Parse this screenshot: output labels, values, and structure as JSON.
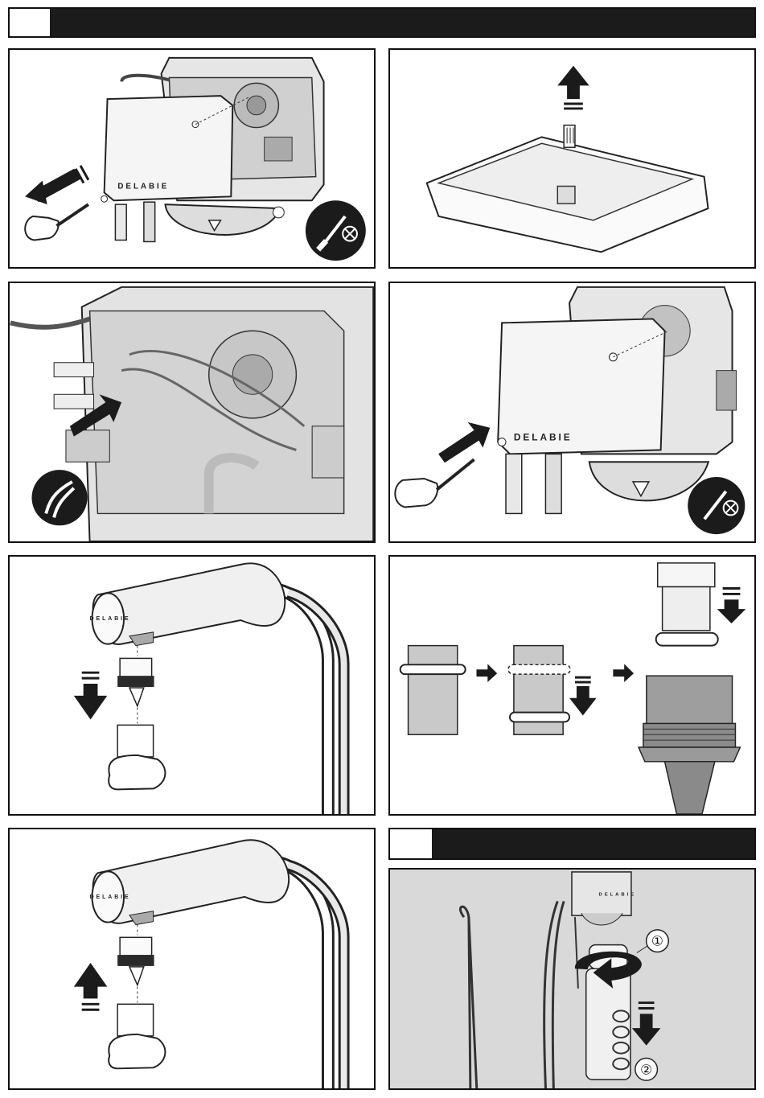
{
  "brand": {
    "logo_text": "DELABIE"
  },
  "panels": {
    "p1": {
      "logo": "DELABIE"
    },
    "p4": {
      "logo": "DELABIE"
    },
    "p5": {
      "logo": "DELABIE"
    },
    "p7": {
      "logo": "DELABIE"
    },
    "p8": {
      "logo": "DELABIE"
    }
  },
  "callouts": {
    "step_one": "①",
    "step_two": "②"
  },
  "icons": {
    "no_screwdriver": "screwdriver-crossed-icon",
    "pliers": "pliers-icon",
    "arrow": "direction-arrow-icon"
  },
  "colors": {
    "header_fill": "#1b1b1b",
    "panel_border": "#111111",
    "gray_bg": "#d9d9d9",
    "part_gray": "#c4c4c4",
    "dark_part": "#2a2a2a"
  }
}
